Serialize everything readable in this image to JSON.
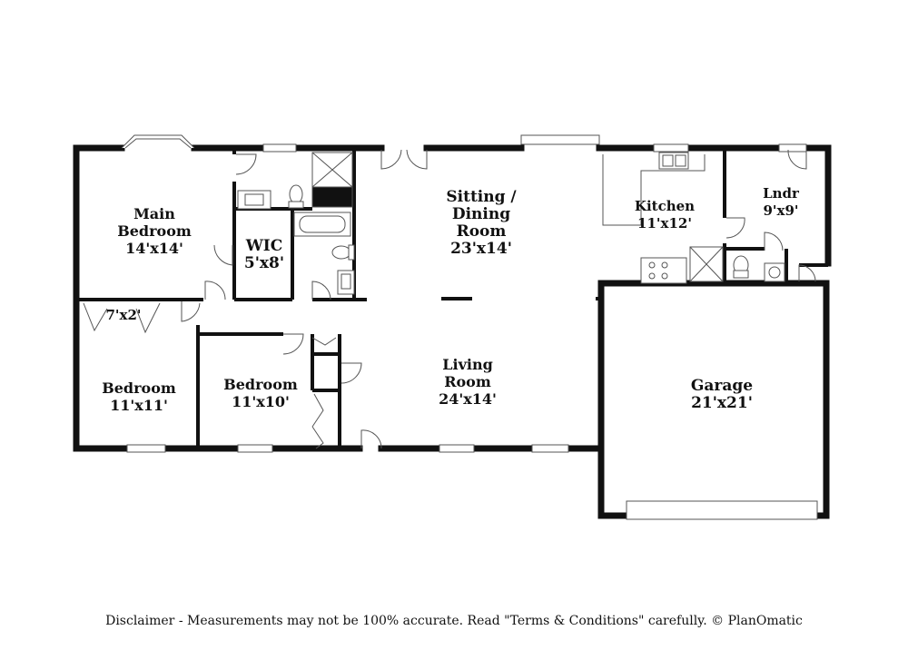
{
  "rooms": {
    "main_bedroom": {
      "name_line1": "Main",
      "name_line2": "Bedroom",
      "dims": "14'x14'"
    },
    "wic": {
      "name": "WIC",
      "dims": "5'x8'"
    },
    "sitting_dining": {
      "name_line1": "Sitting /",
      "name_line2": "Dining",
      "name_line3": "Room",
      "dims": "23'x14'"
    },
    "kitchen": {
      "name": "Kitchen",
      "dims": "11'x12'"
    },
    "laundry": {
      "name": "Lndr",
      "dims": "9'x9'"
    },
    "closet": {
      "dims": "7'x2'"
    },
    "bedroom_left": {
      "name": "Bedroom",
      "dims": "11'x11'"
    },
    "bedroom_mid": {
      "name": "Bedroom",
      "dims": "11'x10'"
    },
    "living": {
      "name_line1": "Living",
      "name_line2": "Room",
      "dims": "24'x14'"
    },
    "garage": {
      "name": "Garage",
      "dims": "21'x21'"
    }
  },
  "disclaimer": "Disclaimer - Measurements may not be 100% accurate. Read \"Terms & Conditions\" carefully. © PlanOmatic"
}
